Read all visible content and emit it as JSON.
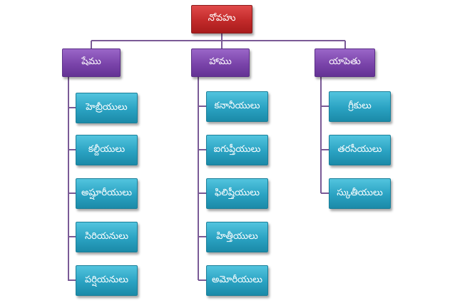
{
  "root": "నోవహు",
  "branches": [
    {
      "label": "షేము",
      "children": [
        "హెబ్రీయులు",
        "కల్దీయులు",
        "అష్షూరీయులు",
        "సిరియనులు",
        "పర్షియనులు"
      ]
    },
    {
      "label": "హాము",
      "children": [
        "కనానీయులు",
        "ఐగుప్తీయులు",
        "ఫిలిష్తీయులు",
        "హిత్తీయులు",
        "అమోరీయులు"
      ]
    },
    {
      "label": "యాపెతు",
      "children": [
        "గ్రీకులు",
        "తరసీయులు",
        "స్కుతీయులు"
      ]
    }
  ],
  "colors": {
    "root": "#c22a2a",
    "branch": "#7a44aa",
    "leaf": "#2aa2c2",
    "connector": "#7a5a96"
  }
}
